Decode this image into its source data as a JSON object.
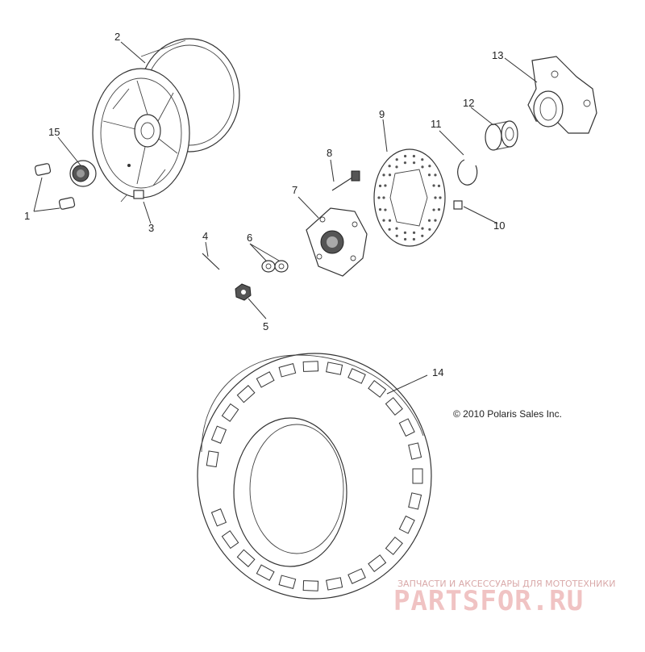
{
  "copyright": "© 2010 Polaris Sales Inc.",
  "watermark": {
    "tagline": "ЗАПЧАСТИ И АКСЕССУАРЫ ДЛЯ МОТОТЕХНИКИ",
    "site": "PARTSFOR.RU",
    "color": "#e8a0a0"
  },
  "callouts": [
    {
      "id": "c1",
      "label": "1"
    },
    {
      "id": "c2",
      "label": "2"
    },
    {
      "id": "c3",
      "label": "3"
    },
    {
      "id": "c4",
      "label": "4"
    },
    {
      "id": "c5",
      "label": "5"
    },
    {
      "id": "c6",
      "label": "6"
    },
    {
      "id": "c7",
      "label": "7"
    },
    {
      "id": "c8",
      "label": "8"
    },
    {
      "id": "c9",
      "label": "9"
    },
    {
      "id": "c10",
      "label": "10"
    },
    {
      "id": "c11",
      "label": "11"
    },
    {
      "id": "c12",
      "label": "12"
    },
    {
      "id": "c13",
      "label": "13"
    },
    {
      "id": "c14",
      "label": "14"
    },
    {
      "id": "c15",
      "label": "15"
    }
  ]
}
